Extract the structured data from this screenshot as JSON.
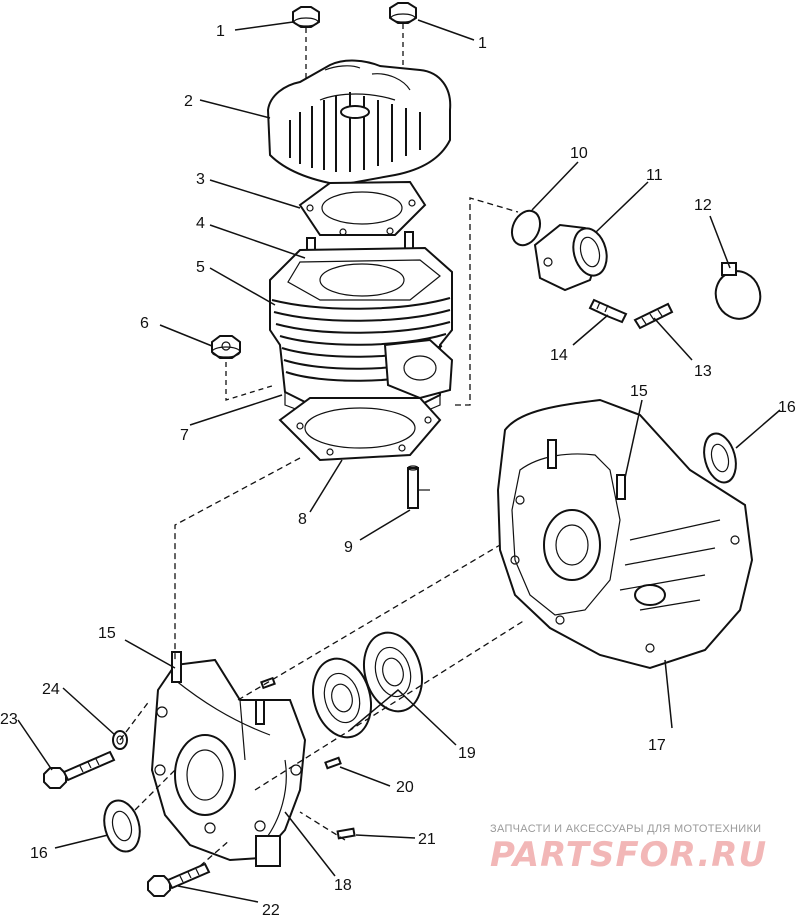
{
  "callouts": {
    "c1a": "1",
    "c1b": "1",
    "c2": "2",
    "c3": "3",
    "c4": "4",
    "c5": "5",
    "c6": "6",
    "c7": "7",
    "c8": "8",
    "c9": "9",
    "c10": "10",
    "c11": "11",
    "c12": "12",
    "c13": "13",
    "c14": "14",
    "c15a": "15",
    "c15b": "15",
    "c16a": "16",
    "c16b": "16",
    "c17": "17",
    "c18": "18",
    "c19": "19",
    "c20": "20",
    "c21": "21",
    "c22": "22",
    "c23": "23",
    "c24": "24"
  },
  "watermark": {
    "tagline": "ЗАПЧАСТИ И АКСЕССУАРЫ ДЛЯ МОТОТЕХНИКИ",
    "brand": "PARTSFOR.RU"
  }
}
